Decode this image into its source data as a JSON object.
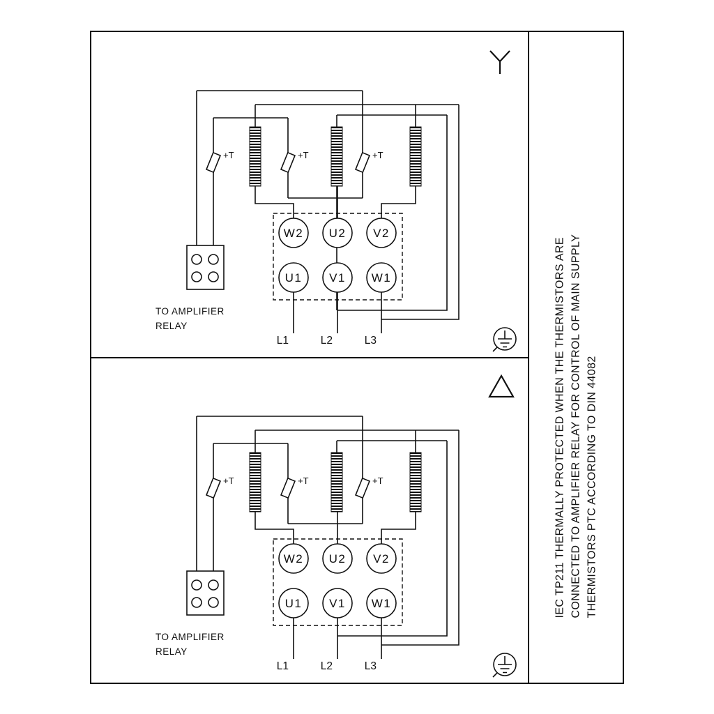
{
  "panels": [
    {
      "connection": "star",
      "terminals_top": [
        "W2",
        "U2",
        "V2"
      ],
      "terminals_bottom": [
        "U1",
        "V1",
        "W1"
      ],
      "supply_labels": [
        "L1",
        "L2",
        "L3"
      ],
      "thermistor_label": "+T",
      "relay_caption": [
        "TO AMPLIFIER",
        "RELAY"
      ]
    },
    {
      "connection": "delta",
      "terminals_top": [
        "W2",
        "U2",
        "V2"
      ],
      "terminals_bottom": [
        "U1",
        "V1",
        "W1"
      ],
      "supply_labels": [
        "L1",
        "L2",
        "L3"
      ],
      "thermistor_label": "+T",
      "relay_caption": [
        "TO AMPLIFIER",
        "RELAY"
      ]
    }
  ],
  "side_note": {
    "lines": [
      "IEC TP211 THERMALLY PROTECTED WHEN THE THERMISTORS ARE",
      "CONNECTED TO AMPLIFIER RELAY FOR CONTROL OF MAIN SUPPLY",
      "THERMISTORS PTC ACCORDING TO DIN 44082"
    ]
  },
  "colors": {
    "line": "#111111",
    "background": "#ffffff"
  }
}
